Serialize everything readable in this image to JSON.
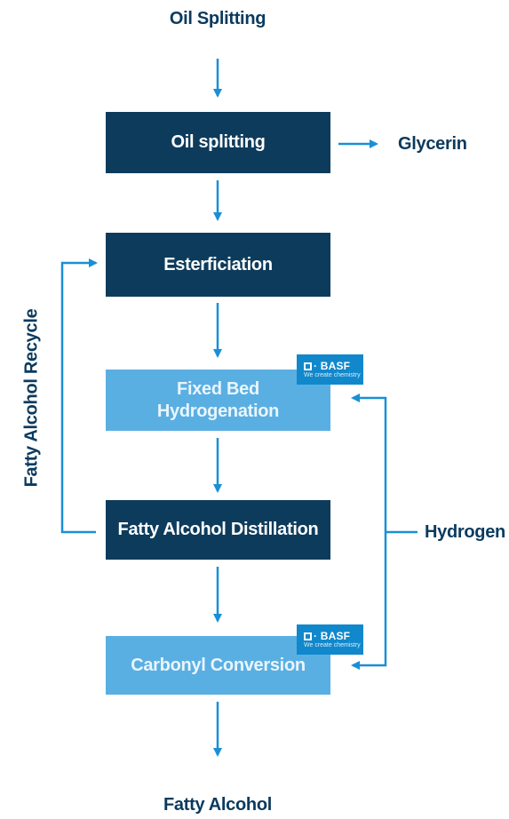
{
  "title": "Oil Splitting",
  "footer": "Fatty Alcohol",
  "steps": {
    "oil_splitting": "Oil splitting",
    "esterification": "Esterficiation",
    "fixed_bed": "Fixed Bed\nHydrogenation",
    "distillation": "Fatty Alcohol Distillation",
    "carbonyl": "Carbonyl Conversion"
  },
  "outputs": {
    "glycerin": "Glycerin",
    "hydrogen": "Hydrogen",
    "recycle": "Fatty Alcohol Recycle"
  },
  "badge": {
    "brand": "BASF",
    "tagline": "We create chemistry"
  },
  "colors": {
    "dark_box": "#0d3b5c",
    "light_box": "#5aafe2",
    "arrow": "#1a8fd6",
    "text": "#0b3a5e",
    "badge": "#1188cc"
  }
}
